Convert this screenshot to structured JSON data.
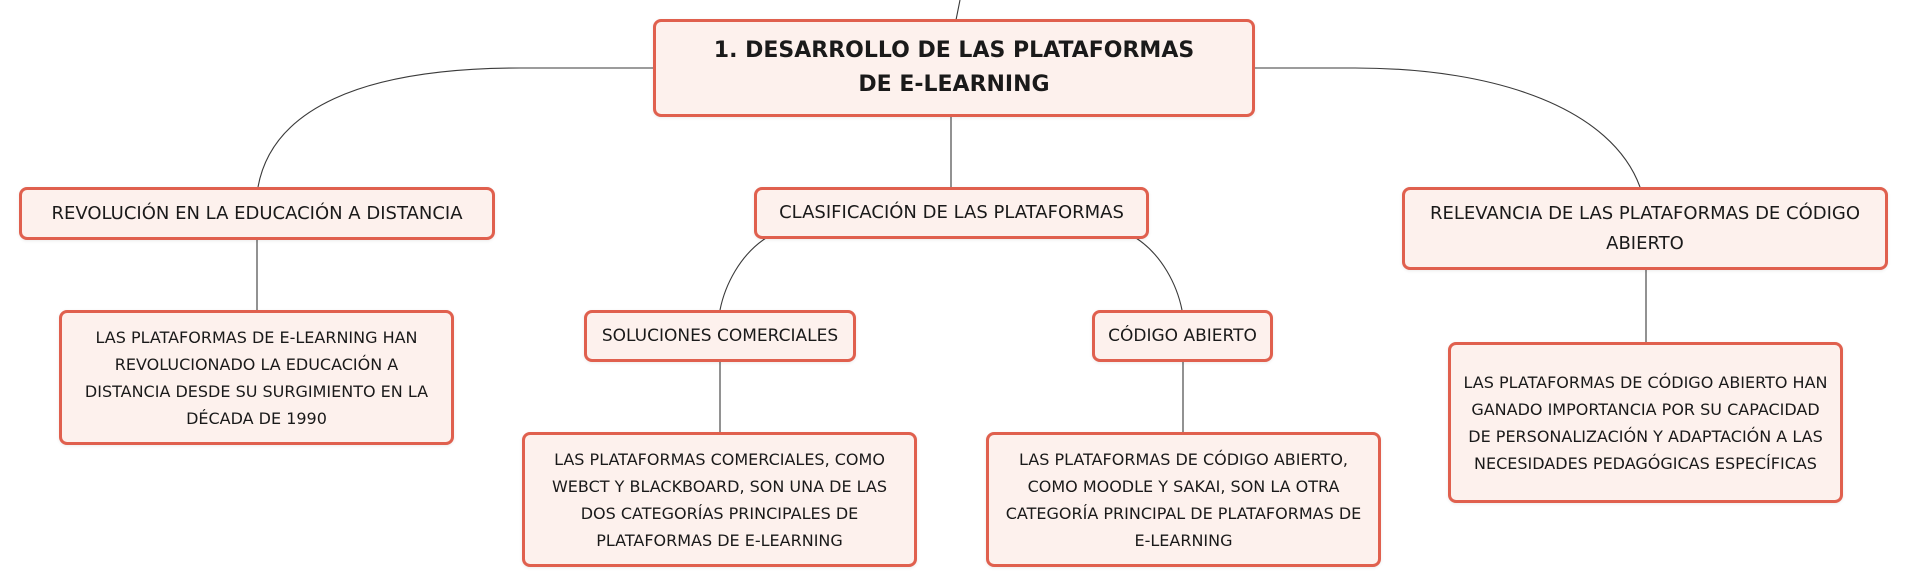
{
  "root": {
    "label": "1. DESARROLLO DE LAS PLATAFORMAS DE E-LEARNING"
  },
  "branches": {
    "revolucion": {
      "label": "REVOLUCIÓN EN LA EDUCACIÓN A DISTANCIA",
      "detail": "LAS PLATAFORMAS DE E-LEARNING HAN REVOLUCIONADO LA EDUCACIÓN A DISTANCIA DESDE SU SURGIMIENTO EN LA DÉCADA DE 1990"
    },
    "clasificacion": {
      "label": "CLASIFICACIÓN DE LAS PLATAFORMAS",
      "comerciales": {
        "label": "SOLUCIONES COMERCIALES",
        "detail": "LAS PLATAFORMAS COMERCIALES, COMO WEBCT Y BLACKBOARD, SON UNA DE LAS DOS CATEGORÍAS PRINCIPALES DE PLATAFORMAS DE E-LEARNING"
      },
      "abierto": {
        "label": "CÓDIGO ABIERTO",
        "detail": "LAS PLATAFORMAS DE CÓDIGO ABIERTO, COMO MOODLE Y SAKAI, SON LA OTRA CATEGORÍA PRINCIPAL DE PLATAFORMAS DE E-LEARNING"
      }
    },
    "relevancia": {
      "label": "RELEVANCIA DE LAS PLATAFORMAS DE CÓDIGO ABIERTO",
      "detail": "LAS PLATAFORMAS DE CÓDIGO ABIERTO HAN GANADO IMPORTANCIA POR SU CAPACIDAD DE PERSONALIZACIÓN Y ADAPTACIÓN A LAS NECESIDADES PEDAGÓGICAS ESPECÍFICAS"
    }
  }
}
